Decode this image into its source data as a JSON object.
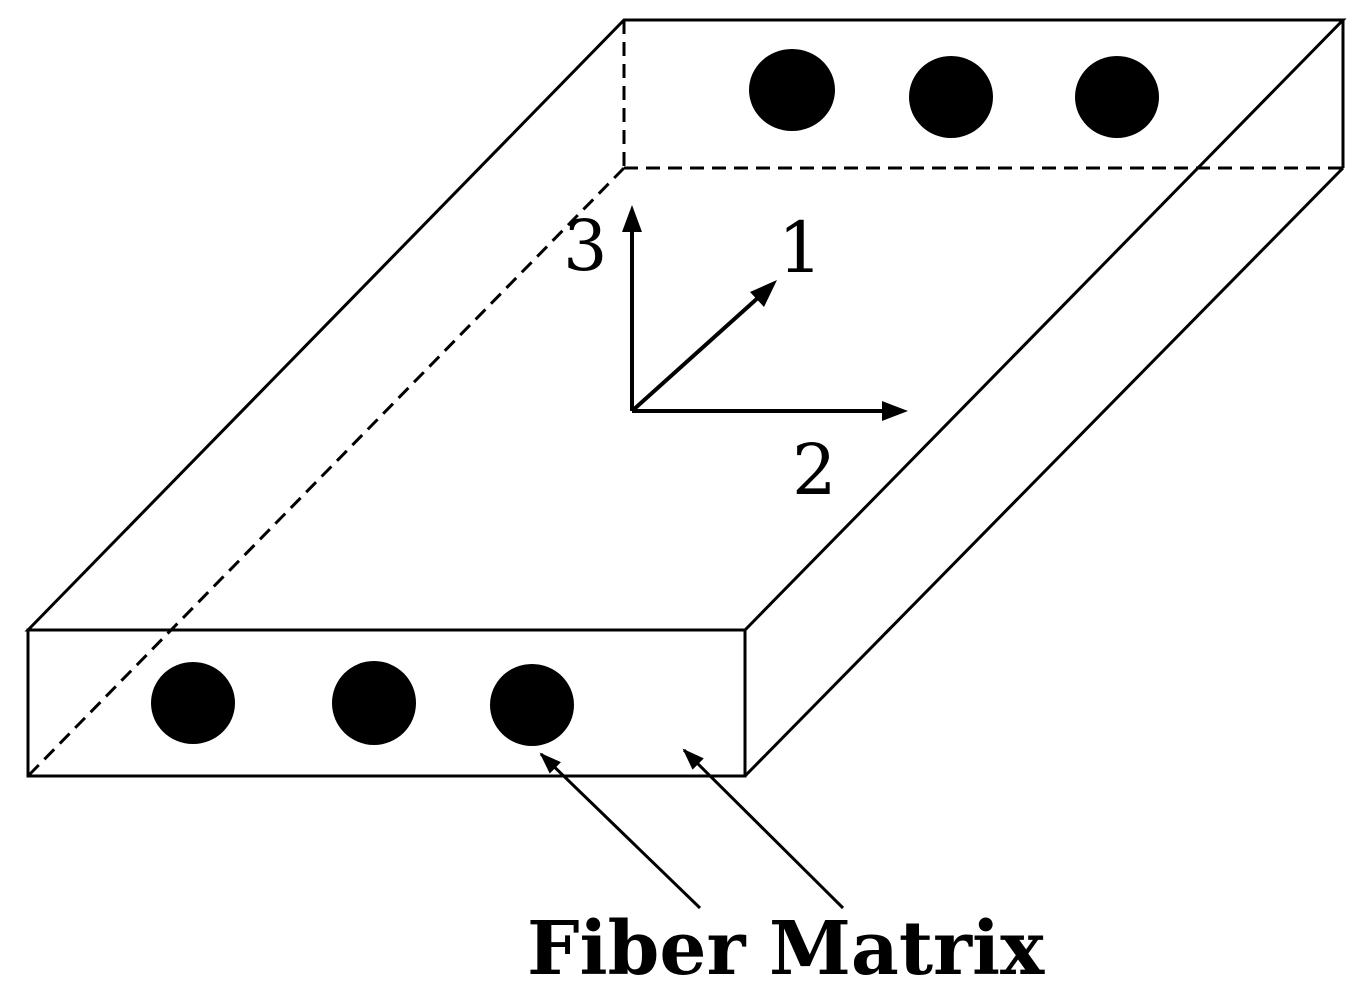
{
  "axes": {
    "axis_1": "1",
    "axis_2": "2",
    "axis_3": "3"
  },
  "callouts": {
    "fiber": "Fiber",
    "matrix": "Matrix"
  },
  "colors": {
    "ink": "#000000",
    "background": "#ffffff"
  }
}
